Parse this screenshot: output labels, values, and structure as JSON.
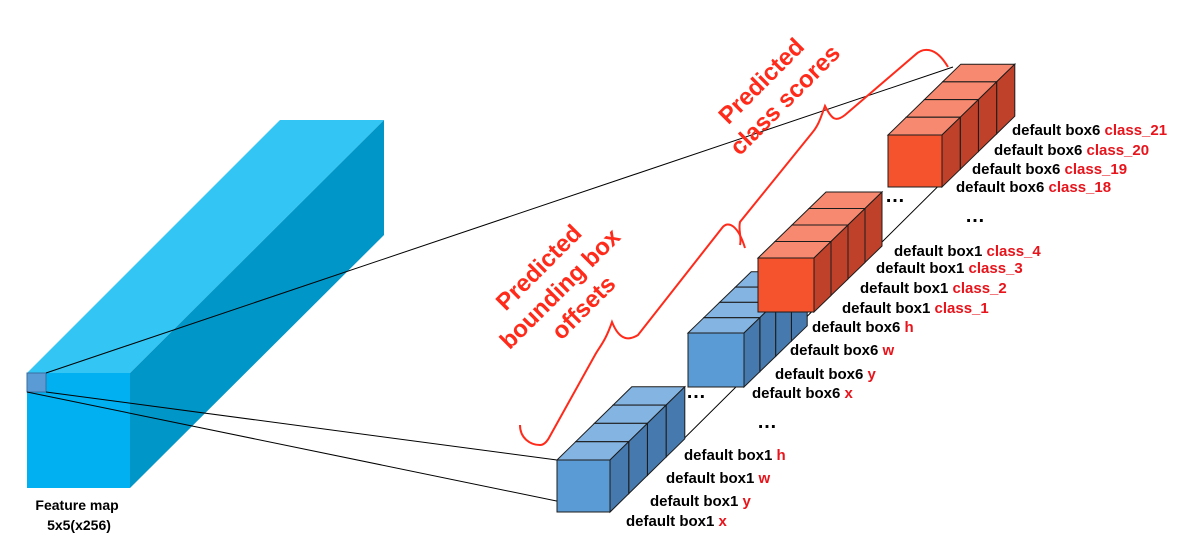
{
  "colors": {
    "feature_front": "#00b0f0",
    "feature_top": "#33c6f4",
    "feature_side": "#0096c8",
    "feature_cell": "#5b9bd5",
    "blue_front": "#5b9bd5",
    "blue_top": "#84b4e2",
    "blue_side": "#4679ad",
    "red_front": "#f4532d",
    "red_top": "#f6896f",
    "red_side": "#c0412a",
    "annotation": "#ff2a1a",
    "value_red": "#e8141c"
  },
  "feature_map": {
    "label_line1": "Feature map",
    "label_line2": "5x5(x256)"
  },
  "annotations": {
    "bbox_line1": "Predicted",
    "bbox_line2": "bounding box",
    "bbox_line3": "offsets",
    "class_line1": "Predicted",
    "class_line2": "class scores"
  },
  "ellipsis": "…",
  "labels": [
    {
      "key": "default box1",
      "value": "x"
    },
    {
      "key": "default box1",
      "value": "y"
    },
    {
      "key": "default box1",
      "value": "w"
    },
    {
      "key": "default box1",
      "value": "h"
    },
    {
      "key": "default box6",
      "value": "x"
    },
    {
      "key": "default box6",
      "value": "y"
    },
    {
      "key": "default box6",
      "value": "w"
    },
    {
      "key": "default box6",
      "value": "h"
    },
    {
      "key": "default box1",
      "value": "class_1"
    },
    {
      "key": "default box1",
      "value": "class_2"
    },
    {
      "key": "default box1",
      "value": "class_3"
    },
    {
      "key": "default box1",
      "value": "class_4"
    },
    {
      "key": "default box6",
      "value": "class_18"
    },
    {
      "key": "default box6",
      "value": "class_19"
    },
    {
      "key": "default box6",
      "value": "class_20"
    },
    {
      "key": "default box6",
      "value": "class_21"
    }
  ]
}
